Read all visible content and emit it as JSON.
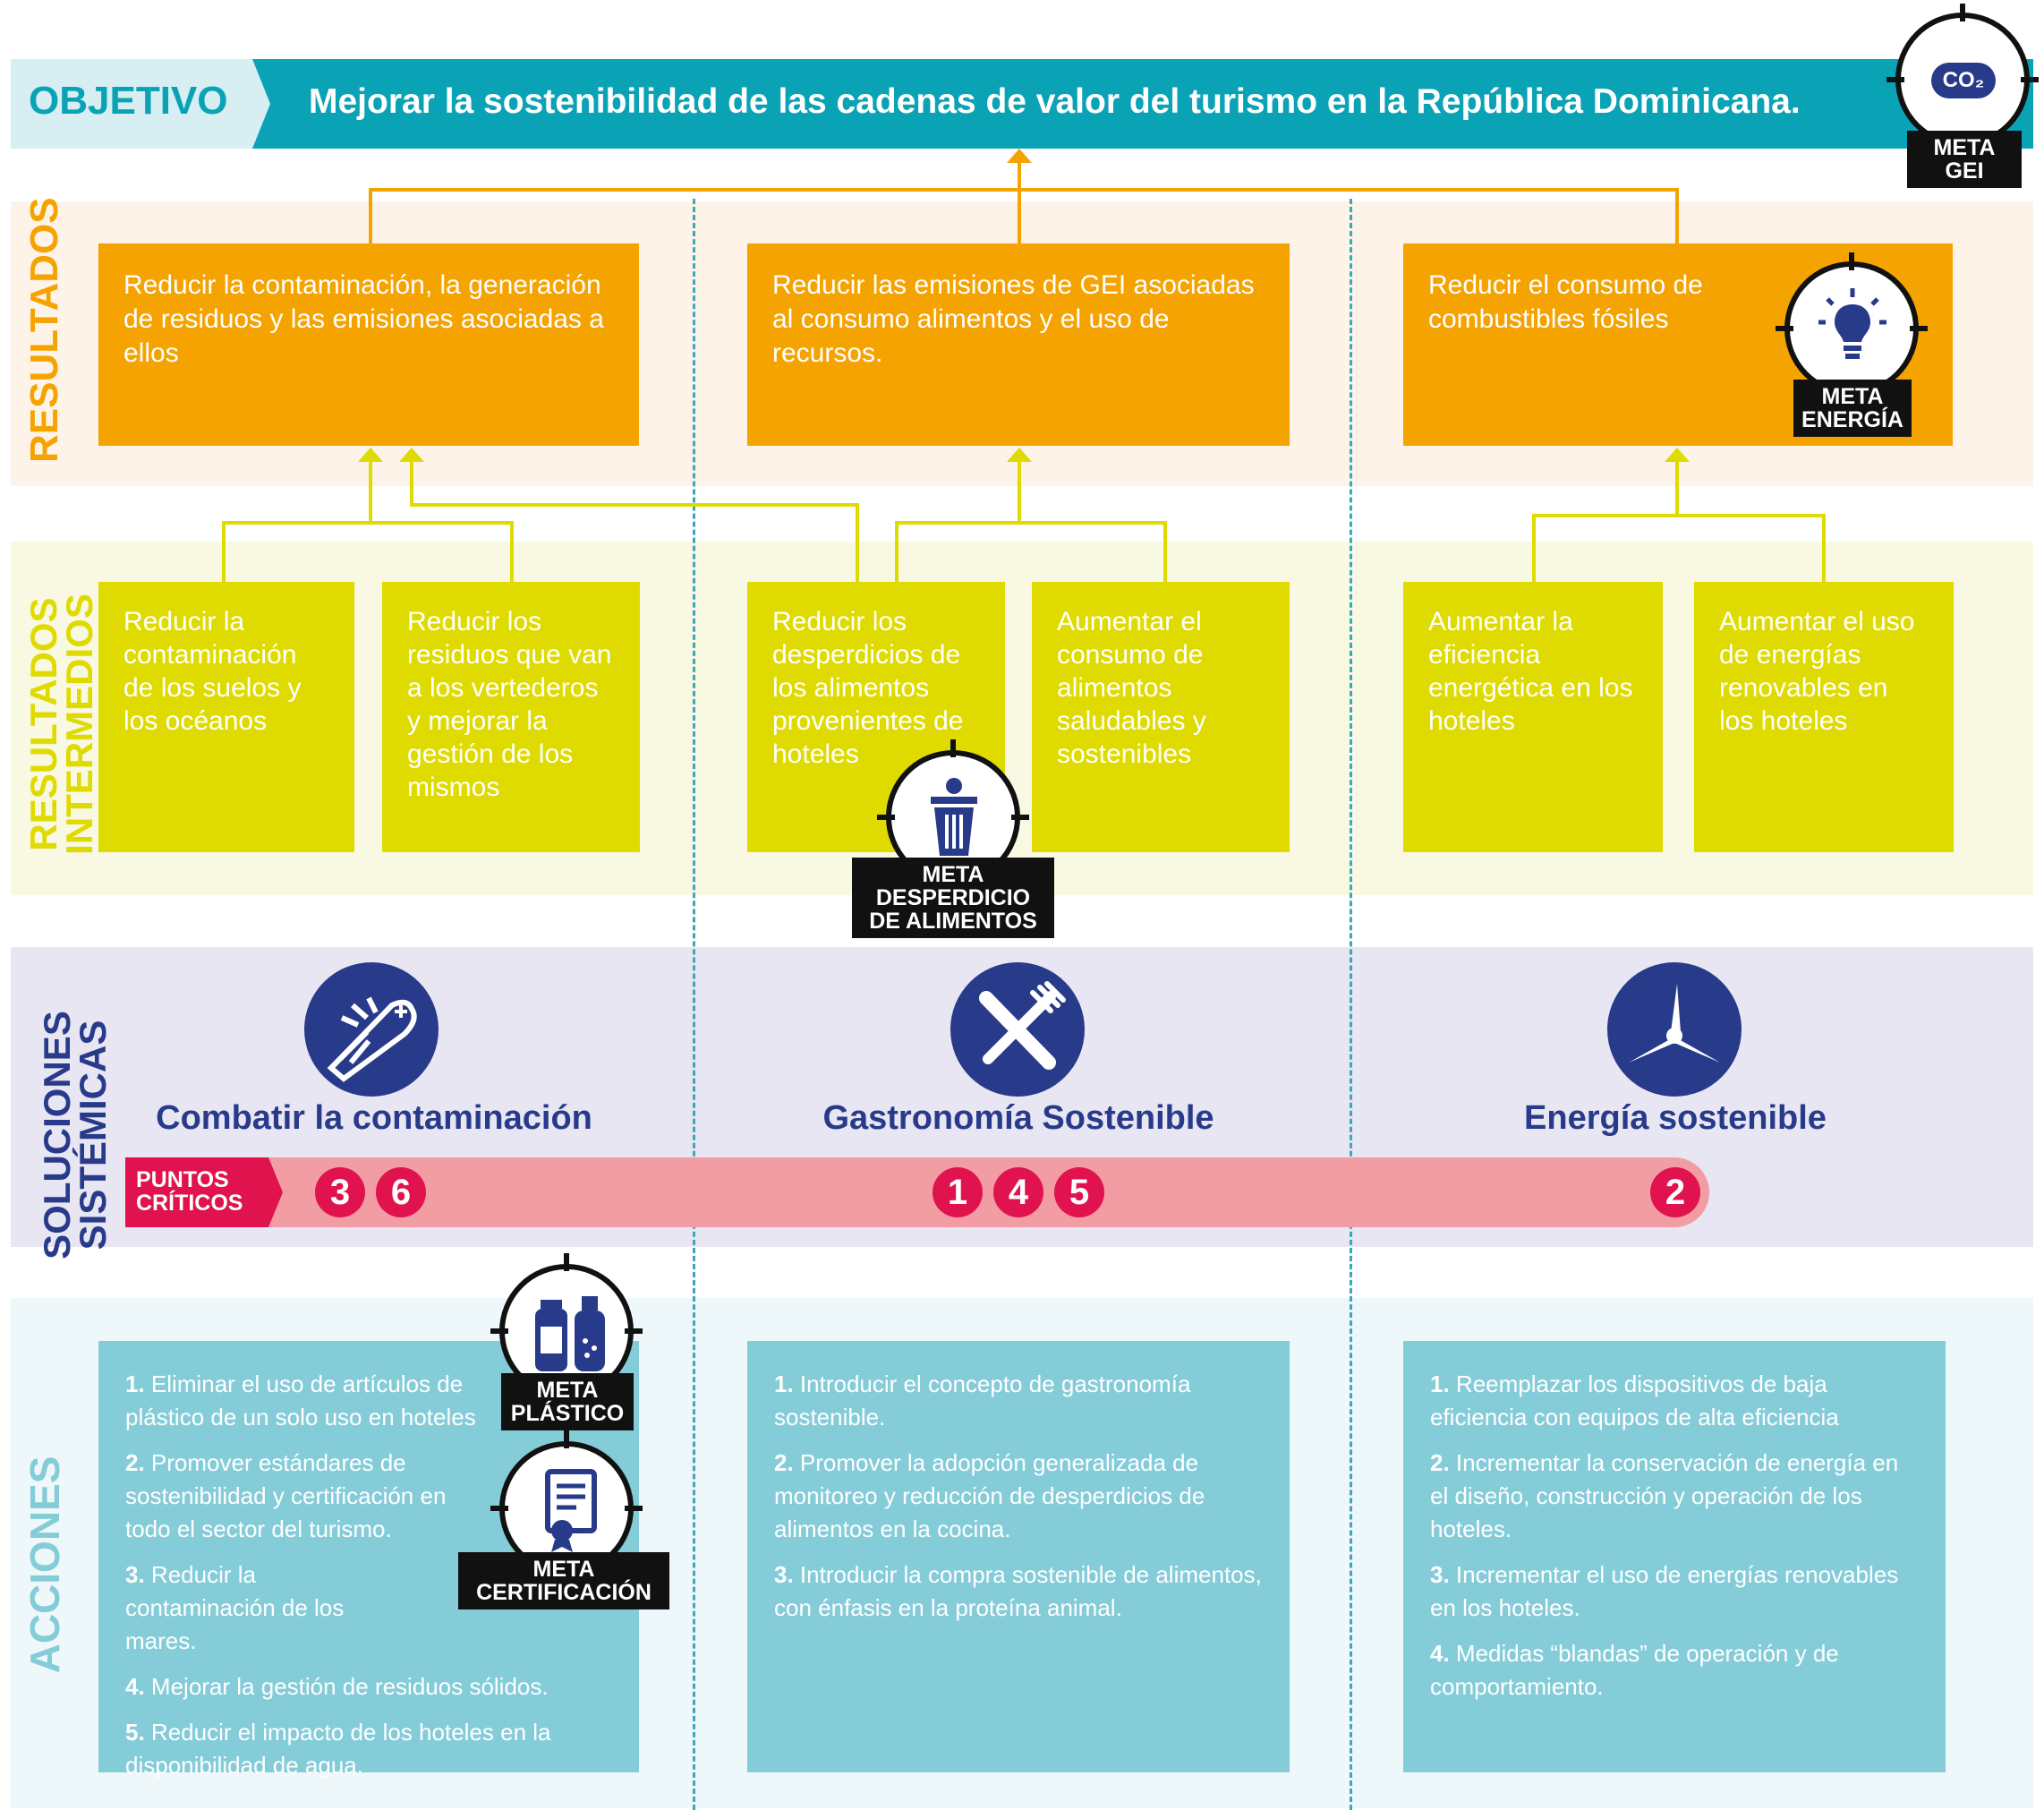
{
  "objective": {
    "label": "OBJETIVO",
    "text": "Mejorar la sostenibilidad de las cadenas de valor del turismo en la República Dominicana."
  },
  "section_labels": {
    "resultados": "RESULTADOS",
    "intermedios_line1": "RESULTADOS",
    "intermedios_line2": "INTERMEDIOS",
    "soluciones_line1": "SOLUCIONES",
    "soluciones_line2": "SISTÉMICAS",
    "acciones": "ACCIONES"
  },
  "resultados": [
    {
      "text": "Reducir la contaminación, la generación de residuos y las emisiones asociadas a ellos"
    },
    {
      "text": "Reducir las emisiones de GEI asociadas al consumo alimentos y el uso de recursos."
    },
    {
      "text": "Reducir el consumo de combustibles fósiles"
    }
  ],
  "intermedios": [
    {
      "text": "Reducir la contaminación de los suelos y los océanos"
    },
    {
      "text": "Reducir los residuos que van a los vertederos y mejorar la gestión de los mismos"
    },
    {
      "text": "Reducir los desperdicios de los alimentos provenientes de hoteles"
    },
    {
      "text": "Aumentar el consumo de alimentos saludables y sostenibles"
    },
    {
      "text": "Aumentar la eficiencia energética en los hoteles"
    },
    {
      "text": "Aumentar el uso de energías renovables en los hoteles"
    }
  ],
  "soluciones": [
    {
      "title": "Combatir la contaminación",
      "icon": "fish-bone-icon"
    },
    {
      "title": "Gastronomía Sostenible",
      "icon": "fork-knife-icon"
    },
    {
      "title": "Energía sostenible",
      "icon": "wind-turbine-icon"
    }
  ],
  "puntos_criticos": {
    "label_line1": "PUNTOS",
    "label_line2": "CRÍTICOS",
    "groups": [
      [
        "3",
        "6"
      ],
      [
        "1",
        "4",
        "5"
      ],
      [
        "2"
      ]
    ]
  },
  "metas": {
    "gei": {
      "line1": "META",
      "line2": "GEI",
      "icon_text": "CO₂"
    },
    "energia": {
      "line1": "META",
      "line2": "ENERGÍA"
    },
    "desperdicio": {
      "line1": "META",
      "line2": "DESPERDICIO",
      "line3": "DE ALIMENTOS"
    },
    "plastico": {
      "line1": "META",
      "line2": "PLÁSTICO"
    },
    "certificacion": {
      "line1": "META",
      "line2": "CERTIFICACIÓN"
    }
  },
  "acciones": [
    {
      "items": [
        {
          "num": "1.",
          "text": "Eliminar el uso de artículos de plástico de un solo uso en hoteles"
        },
        {
          "num": "2.",
          "text": "Promover estándares de sostenibilidad y certificación en todo el sector del turismo."
        },
        {
          "num": "3.",
          "text": "Reducir la contaminación de los mares."
        },
        {
          "num": "4.",
          "text": "Mejorar la gestión de residuos sólidos."
        },
        {
          "num": "5.",
          "text": "Reducir el impacto de los hoteles en la disponibilidad de agua."
        }
      ]
    },
    {
      "items": [
        {
          "num": "1.",
          "text": "Introducir el concepto de gastronomía sostenible."
        },
        {
          "num": "2.",
          "text": "Promover la adopción generalizada de monitoreo y reducción de desperdicios de alimentos en la cocina."
        },
        {
          "num": "3.",
          "text": "Introducir la compra sostenible de alimentos, con énfasis en la proteína animal."
        }
      ]
    },
    {
      "items": [
        {
          "num": "1.",
          "text": "Reemplazar los dispositivos de baja eficiencia con equipos de alta eficiencia"
        },
        {
          "num": "2.",
          "text": "Incrementar la conservación de energía en el diseño, construcción y operación de los hoteles."
        },
        {
          "num": "3.",
          "text": "Incrementar el uso de energías renovables en los hoteles."
        },
        {
          "num": "4.",
          "text": "Medidas “blandas” de operación y de comportamiento."
        }
      ]
    }
  ],
  "colors": {
    "teal": "#0aa3b5",
    "orange": "#f5a300",
    "yellow": "#dfdb00",
    "navy": "#283a8a",
    "pink": "#e0134e",
    "light_blue": "#85ccd9"
  }
}
